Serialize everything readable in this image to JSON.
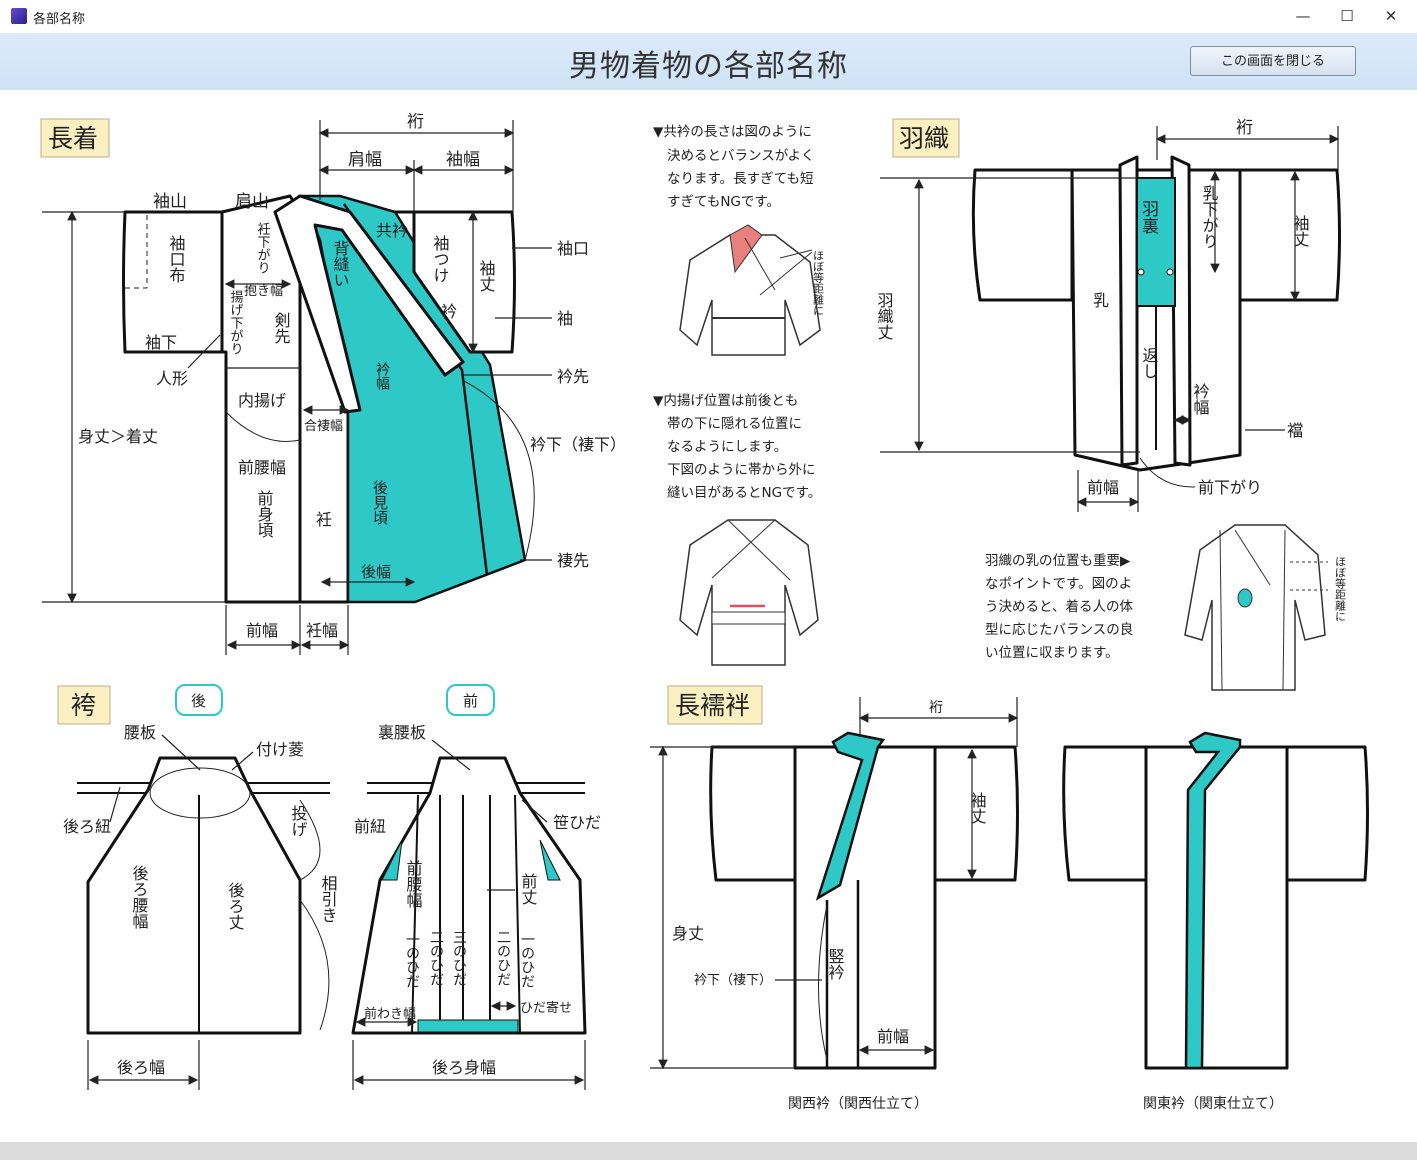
{
  "window": {
    "title": "各部名称",
    "minimize": "—",
    "maximize": "☐",
    "close": "✕"
  },
  "header": {
    "title": "男物着物の各部名称",
    "close_button": "この画面を閉じる"
  },
  "colors": {
    "accent": "#2ec9c6",
    "header_bg": "#d7e8f8",
    "section_label": "#fbf0c2",
    "highlight": "#e88080"
  },
  "nagagi": {
    "section": "長着",
    "labels": {
      "yuki": "裄",
      "katahaba": "肩幅",
      "sodehaba": "袖幅",
      "sodeyama": "袖山",
      "katayama": "肩山",
      "sodekuchinuno": "袖口布",
      "sodeshita": "袖下",
      "ningyo": "人形",
      "okumisagari": "衽下がり",
      "dakihaba": "抱き幅",
      "agesagari": "揚げ下がり",
      "kensaki": "剣先",
      "senui": "背縫い",
      "tomoeri": "共衿",
      "sodetsuke": "袖つけ",
      "sodetake": "袖丈",
      "sodekuchi": "袖口",
      "eri": "衿",
      "sode": "袖",
      "erisaki": "衿先",
      "uchiage": "内揚げ",
      "erihaba": "衿幅",
      "aiwaihaba": "合褄幅",
      "erishita": "衿下（褄下）",
      "mitake": "身丈＞着丈",
      "maemihaba": "前腰幅",
      "maemigoro": "前身頃",
      "okumi": "衽",
      "ushiromigoro": "後見頃",
      "ushirohaba": "後幅",
      "tsumasaki": "褄先",
      "maehaba": "前幅",
      "okumihaba": "衽幅"
    }
  },
  "notes": {
    "tomoeri": [
      "▼共衿の長さは図のように",
      "決めるとバランスがよく",
      "なります。長すぎても短",
      "すぎてもNGです。"
    ],
    "hotondo": "ほぼ等距離に",
    "uchiage": [
      "▼内揚げ位置は前後とも",
      "帯の下に隠れる位置に",
      "なるようにします。",
      "下図のように帯から外に",
      "縫い目があるとNGです。"
    ],
    "haori_chi": [
      "羽織の乳の位置も重要▶",
      "なポイントです。図のよ",
      "う決めると、着る人の体",
      "型に応じたバランスの良",
      "い位置に収まります。"
    ]
  },
  "haori": {
    "section": "羽織",
    "labels": {
      "yuki": "裄",
      "haura": "羽裏",
      "chisagari": "乳下がり",
      "sodetake": "袖丈",
      "chi": "乳",
      "haoritake": "羽織丈",
      "kaeshi": "返し",
      "erihaba": "衿幅",
      "machi": "襠",
      "maehaba": "前幅",
      "maesagari": "前下がり"
    }
  },
  "hakama": {
    "section": "袴",
    "back_tag": "後",
    "front_tag": "前",
    "labels": {
      "koshiita": "腰板",
      "tsukebishi": "付け菱",
      "ushirohimo": "後ろ紐",
      "nage": "投げ",
      "ushirokoshihaba": "後ろ腰幅",
      "ushirotake": "後ろ丈",
      "aibiki": "相引き",
      "ushirohaba": "後ろ幅",
      "urakoshiita": "裏腰板",
      "maehimo": "前紐",
      "sasahida": "笹ひだ",
      "maekoshihaba": "前腰幅",
      "maetake": "前丈",
      "ichinohida": "一のひだ",
      "ninohida": "二のひだ",
      "sannohida": "三のひだ",
      "hidayose": "ひだ寄せ",
      "maewakihaba": "前わき幅",
      "ushiromihaba": "後ろ身幅"
    }
  },
  "naga_juban": {
    "section": "長襦袢",
    "labels": {
      "yuki": "裄",
      "sodetake": "袖丈",
      "mitake": "身丈",
      "erishita": "衿下（褄下）",
      "tateeri": "竪衿",
      "maehaba": "前幅",
      "kansai": "関西衿（関西仕立て）",
      "kanto": "関東衿（関東仕立て）"
    }
  }
}
